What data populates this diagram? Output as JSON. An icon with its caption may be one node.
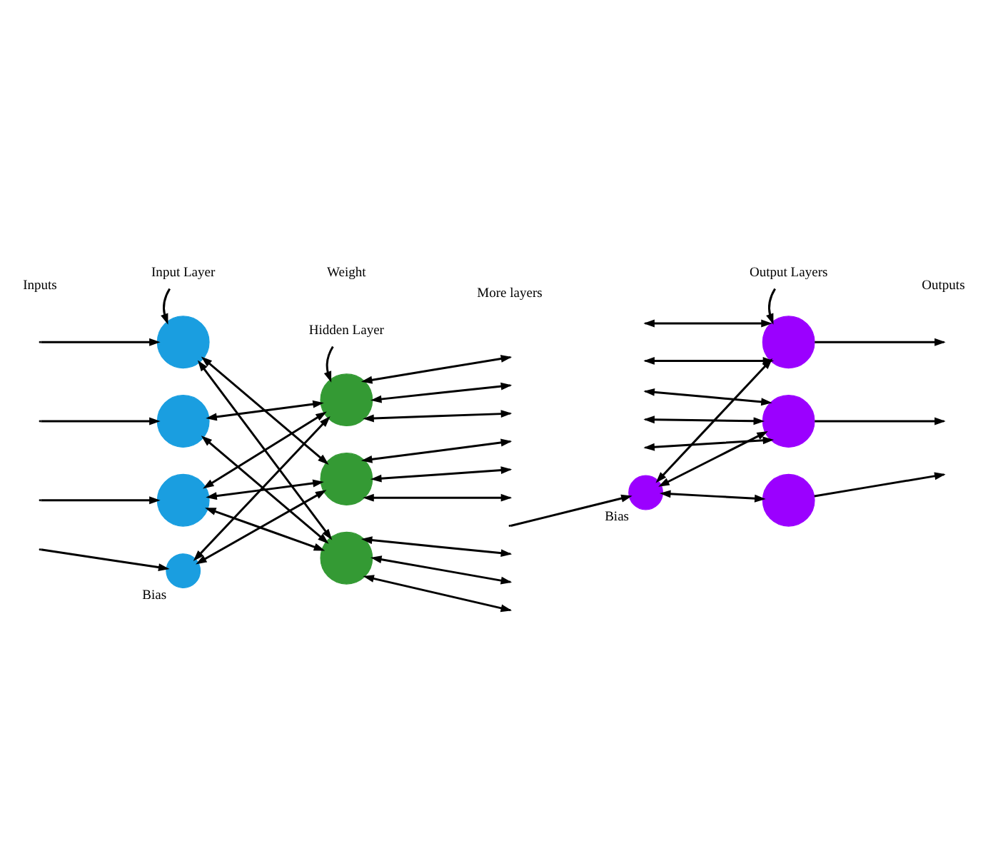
{
  "diagram": {
    "nodes": [
      {
        "text": [
          "Input Layer"
        ]
      },
      {
        "text": [
          "Hidden Layer"
        ]
      },
      {
        "text": [
          "Output Layers"
        ]
      },
      {
        "text": [],
        "shape": "circle"
      },
      {
        "text": [],
        "shape": "circle"
      },
      {
        "text": [],
        "shape": "circle"
      },
      {
        "text": [],
        "shape": "circle"
      },
      {
        "text": [],
        "shape": "circle"
      },
      {
        "text": [],
        "shape": "circle"
      },
      {
        "text": [],
        "shape": "circle"
      },
      {
        "text": [],
        "shape": "circle"
      },
      {
        "text": [],
        "shape": "circle"
      },
      {
        "text": [],
        "shape": "circle",
        "beside": [
          "Bias"
        ]
      },
      {
        "text": [],
        "shape": "circle",
        "beside": [
          "Bias"
        ]
      }
    ],
    "edges": [
      {
        "from": 0,
        "to": 3,
        "arrow": "to"
      },
      {
        "from": 1,
        "to": 4,
        "arrow": "to"
      },
      {
        "from": 2,
        "to": 5,
        "arrow": "to"
      },
      {
        "from": null,
        "to": 3,
        "arrow": "to"
      },
      {
        "from": null,
        "to": 6,
        "arrow": "to"
      },
      {
        "from": null,
        "to": 9,
        "arrow": "to"
      },
      {
        "from": null,
        "to": 12,
        "arrow": "to"
      },
      {
        "from": null,
        "to": 13,
        "arrow": "to"
      },
      {
        "from": 5,
        "to": null,
        "arrow": "to"
      },
      {
        "from": 8,
        "to": null,
        "arrow": "to"
      },
      {
        "from": 11,
        "to": null,
        "arrow": "to"
      },
      {
        "from": 3,
        "to": 7,
        "arrow": "both"
      },
      {
        "from": 3,
        "to": 10,
        "arrow": "both"
      },
      {
        "from": 6,
        "to": 4,
        "arrow": "both"
      },
      {
        "from": 6,
        "to": 10,
        "arrow": "both"
      },
      {
        "from": 9,
        "to": 4,
        "arrow": "both"
      },
      {
        "from": 9,
        "to": 7,
        "arrow": "both"
      },
      {
        "from": 9,
        "to": 10,
        "arrow": "both"
      },
      {
        "from": 12,
        "to": 4,
        "arrow": "both"
      },
      {
        "from": 12,
        "to": 7,
        "arrow": "both"
      },
      {
        "from": 4,
        "to": null,
        "arrow": "both"
      },
      {
        "from": 4,
        "to": null,
        "arrow": "both"
      },
      {
        "from": 4,
        "to": null,
        "arrow": "both"
      },
      {
        "from": 7,
        "to": null,
        "arrow": "both"
      },
      {
        "from": 7,
        "to": null,
        "arrow": "both"
      },
      {
        "from": 7,
        "to": null,
        "arrow": "both"
      },
      {
        "from": 10,
        "to": null,
        "arrow": "both"
      },
      {
        "from": 10,
        "to": null,
        "arrow": "both"
      },
      {
        "from": 10,
        "to": null,
        "arrow": "both"
      },
      {
        "from": null,
        "to": 5,
        "arrow": "both"
      },
      {
        "from": null,
        "to": 5,
        "arrow": "both"
      },
      {
        "from": null,
        "to": 8,
        "arrow": "both"
      },
      {
        "from": null,
        "to": 8,
        "arrow": "both"
      },
      {
        "from": null,
        "to": 8,
        "arrow": "both"
      },
      {
        "from": 13,
        "to": 5,
        "arrow": "both"
      },
      {
        "from": 13,
        "to": 8,
        "arrow": "both"
      },
      {
        "from": 13,
        "to": 11,
        "arrow": "both"
      }
    ],
    "labels": [
      "Weight",
      "More layers",
      "Inputs",
      "Outputs"
    ]
  }
}
